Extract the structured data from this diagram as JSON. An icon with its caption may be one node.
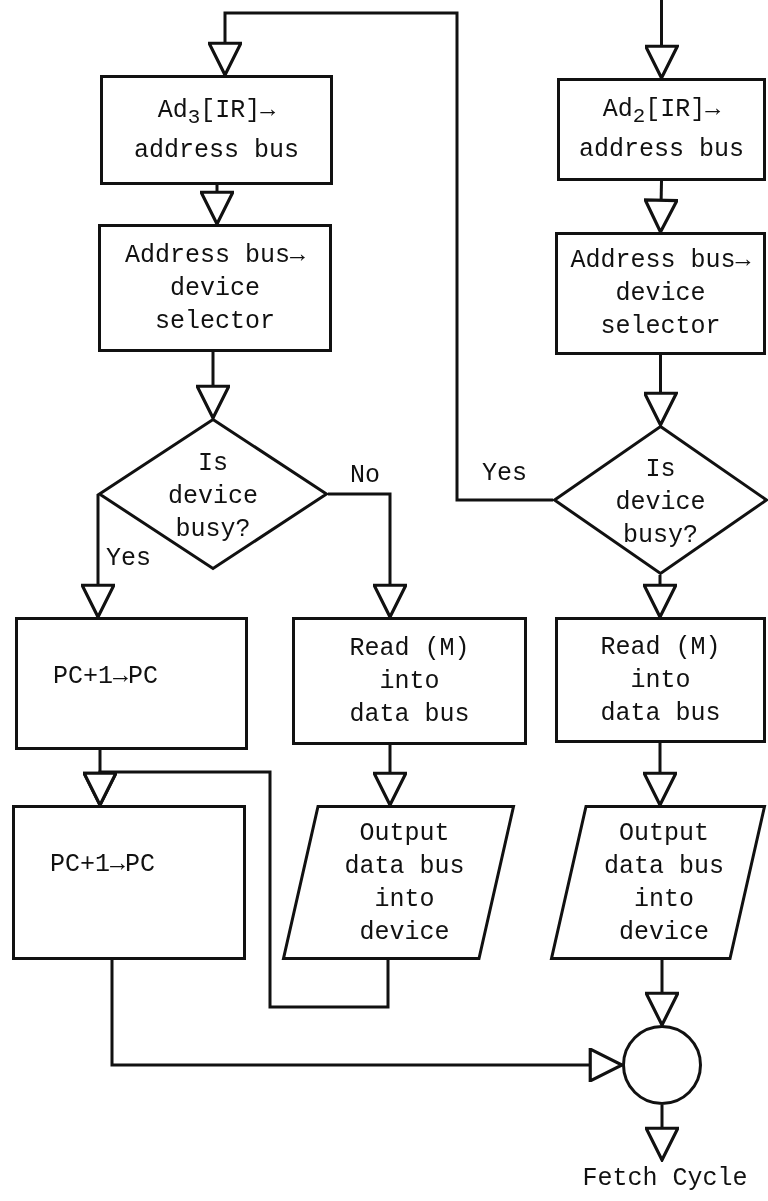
{
  "diagram": {
    "nodes": [
      {
        "text": [
          "Ad$_{3}$[IR]→ address bus"
        ]
      },
      {
        "text": [
          "Address bus→ device selector"
        ]
      },
      {
        "text": [
          "Is device busy?"
        ]
      },
      {
        "text": [
          "PC+1→PC"
        ]
      },
      {
        "text": [
          "PC+1→PC"
        ]
      },
      {
        "text": [
          "Read (M) into data bus"
        ]
      },
      {
        "text": [
          "Output data bus into device"
        ]
      },
      {
        "text": [
          "Ad$_{2}$[IR]→ address bus"
        ]
      },
      {
        "text": [
          "Address bus→ device selector"
        ]
      },
      {
        "text": [
          "Is device busy?"
        ]
      },
      {
        "text": [
          "Read (M) into data bus"
        ]
      },
      {
        "text": [
          "Output data bus into device"
        ]
      },
      {
        "text": [],
        "shape": "circle"
      },
      {
        "text": [
          "Fetch Cycle"
        ]
      }
    ],
    "edges": [
      {
        "from": null,
        "to": 7,
        "arrow": "to"
      },
      {
        "from": 7,
        "to": 8,
        "arrow": "to"
      },
      {
        "from": 8,
        "to": 9,
        "arrow": "to"
      },
      {
        "from": 9,
        "to": 0,
        "arrow": "to",
        "label": "Yes"
      },
      {
        "from": 0,
        "to": 1,
        "arrow": "to"
      },
      {
        "from": 1,
        "to": 2,
        "arrow": "to"
      },
      {
        "from": 2,
        "to": 3,
        "arrow": "to",
        "label": "Yes"
      },
      {
        "from": 2,
        "to": 5,
        "arrow": "to",
        "label": "No"
      },
      {
        "from": 9,
        "to": 10,
        "arrow": "to"
      },
      {
        "from": 3,
        "to": 4,
        "arrow": "to"
      },
      {
        "from": 5,
        "to": 6,
        "arrow": "to"
      },
      {
        "from": 6,
        "to": 4,
        "arrow": "to"
      },
      {
        "from": 10,
        "to": 11,
        "arrow": "to"
      },
      {
        "from": 11,
        "to": 12,
        "arrow": "to"
      },
      {
        "from": 4,
        "to": 12,
        "arrow": "to"
      },
      {
        "from": 12,
        "to": 13,
        "arrow": "to"
      }
    ]
  }
}
